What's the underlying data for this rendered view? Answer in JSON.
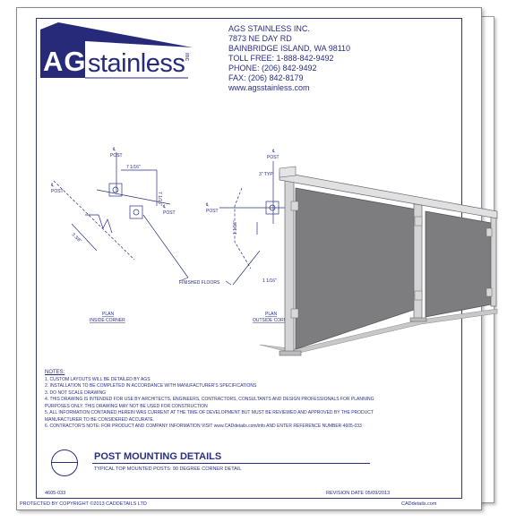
{
  "company": {
    "logo_left": "AGS",
    "logo_right": "stainless",
    "logo_inc": "inc",
    "name": "AGS STAINLESS INC.",
    "address1": "7873 NE DAY RD",
    "address2": "BAINBRIDGE ISLAND, WA 98110",
    "tollfree": "TOLL FREE: 1-888-842-9492",
    "phone": "PHONE: (206) 842-9492",
    "fax": "FAX: (206) 842-8179",
    "web": "www.agsstainless.com"
  },
  "plan_left": {
    "title": "PLAN",
    "subtitle": "INSIDE CORNER",
    "post_top": "POST",
    "post_left": "POST",
    "post_right": "POST",
    "dim_a": "7 1/16\"",
    "dim_b": "7 1/16\"",
    "dim_c": "3 3/8\"",
    "cl": "℄"
  },
  "plan_right": {
    "title": "PLAN",
    "subtitle": "OUTSIDE CORNER",
    "post_top": "POST",
    "post_left": "POST",
    "typ": "3\" TYP",
    "dim_a": "1 1/16\"",
    "dim_b": "1 1/16\""
  },
  "finished_floors": "FINISHED FLOORS",
  "notes": {
    "heading": "NOTES:",
    "items": [
      "1.  CUSTOM LAYOUTS WILL BE DETAILED BY AGS",
      "2.  INSTALLATION TO BE COMPLETED IN ACCORDANCE WITH MANUFACTURER'S SPECIFICATIONS",
      "3.  DO NOT SCALE DRAWING",
      "4.  THIS DRAWING IS INTENDED FOR USE BY ARCHITECTS, ENGINEERS, CONTRACTORS, CONSULTANTS AND DESIGN PROFESSIONALS FOR PLANNING PURPOSES ONLY. THIS DRAWING MAY NOT BE USED FOR CONSTRUCTION",
      "5.  ALL INFORMATION CONTAINED HEREIN WAS CURRENT AT THE TIME OF DEVELOPMENT BUT MUST BE REVIEWED AND APPROVED BY THE PRODUCT MANUFACTURER TO BE CONSIDERED ACCURATE.",
      "6.  CONTRACTOR'S NOTE: FOR PRODUCT AND COMPANY INFORMATION VISIT www.CADdetails.com/info AND ENTER REFERENCE NUMBER 4605-033"
    ]
  },
  "title_block": {
    "title": "POST MOUNTING DETAILS",
    "subtitle": "TYPICAL TOP MOUNTED POSTS: 90 DEGREE CORNER DETAIL"
  },
  "footer": {
    "sheet_number": "4605-033",
    "revision": "REVISION DATE 05/09/2013",
    "copyright": "PROTECTED BY COPYRIGHT ©2013 CADDETAILS LTD",
    "site": "CADdetails.com"
  },
  "colors": {
    "brand_blue": "#262a78",
    "line_blue": "#2a2f82",
    "glass_gray": "#7d7d7f"
  }
}
